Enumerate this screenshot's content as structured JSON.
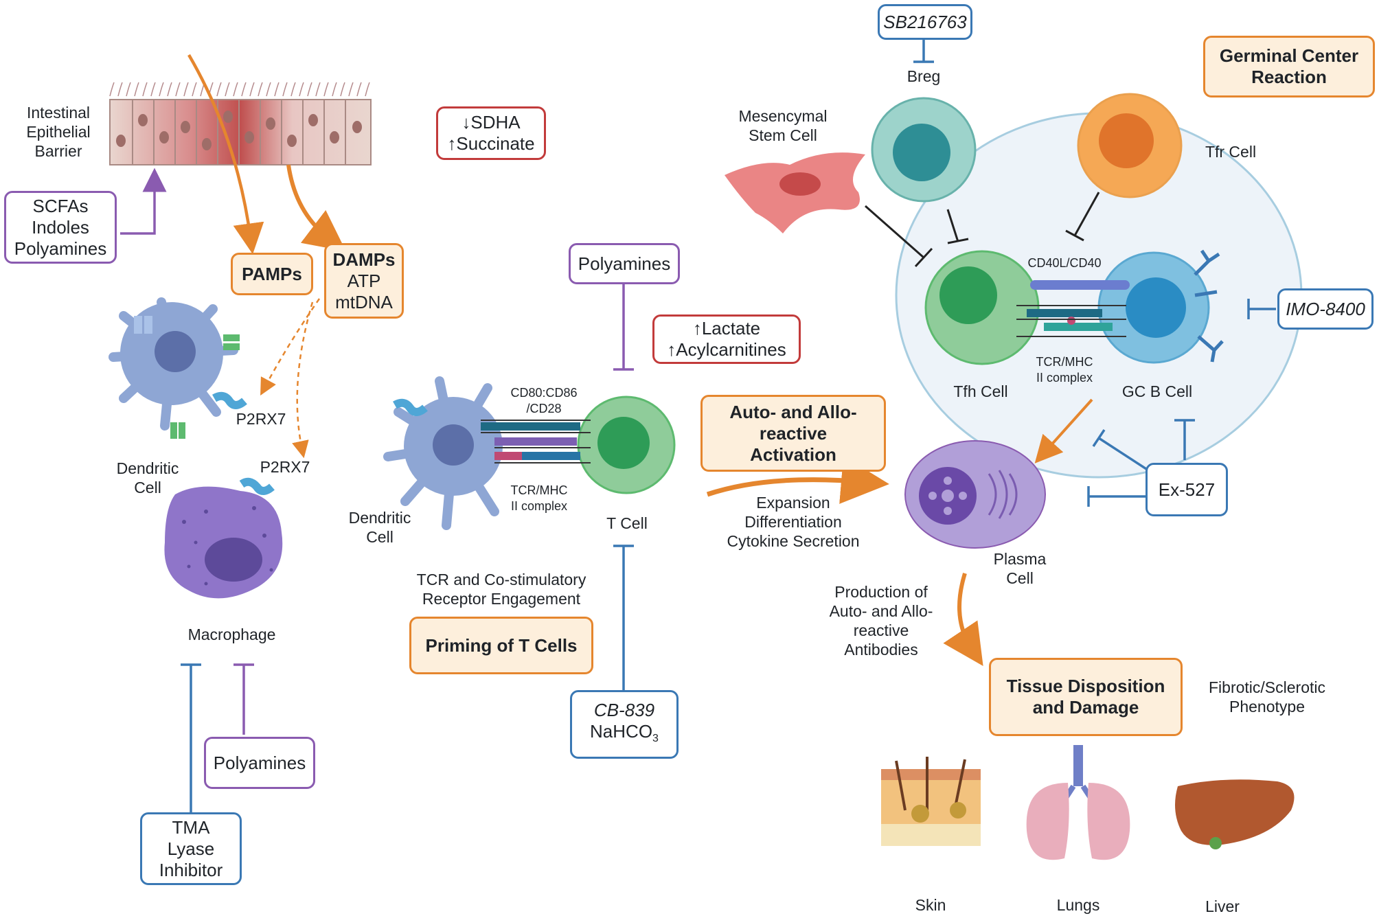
{
  "epithelium": {
    "label_lines": [
      "Intestinal",
      "Epithelial",
      "Barrier"
    ],
    "metabolite_box": [
      "↓SDHA",
      "↑Succinate"
    ],
    "microbial_box": [
      "SCFAs",
      "Indoles",
      "Polyamines"
    ]
  },
  "pamps": "PAMPs",
  "damps": {
    "title": "DAMPs",
    "items": [
      "ATP",
      "mtDNA"
    ]
  },
  "innate": {
    "dendritic_cell": [
      "Dendritic",
      "Cell"
    ],
    "p2rx7_dc": "P2RX7",
    "p2rx7_mac": "P2RX7",
    "macrophage": "Macrophage",
    "polyamines_box": "Polyamines",
    "tma_box": [
      "TMA",
      "Lyase",
      "Inhibitor"
    ]
  },
  "priming": {
    "polyamines_box": "Polyamines",
    "metabolite_box": [
      "↑Lactate",
      "↑Acylcarnitines"
    ],
    "costim_label": [
      "CD80:CD86",
      "/CD28"
    ],
    "tcr_label": [
      "TCR/MHC",
      "II complex"
    ],
    "dendritic_cell": [
      "Dendritic",
      "Cell"
    ],
    "t_cell": "T Cell",
    "engagement": [
      "TCR and Co-stimulatory",
      "Receptor Engagement"
    ],
    "priming_box": "Priming of T Cells",
    "cb839": "CB-839",
    "nahco3_base": "NaHCO",
    "nahco3_sub": "3"
  },
  "activation": {
    "box": [
      "Auto- and Allo-",
      "reactive",
      "Activation"
    ],
    "outcomes": [
      "Expansion",
      "Differentiation",
      "Cytokine Secretion"
    ]
  },
  "germinal_center": {
    "title_box": [
      "Germinal Center",
      "Reaction"
    ],
    "sb_inhibitor": "SB216763",
    "breg": "Breg",
    "msc": [
      "Mesencymal",
      "Stem Cell"
    ],
    "tfr": "Tfr Cell",
    "cd40": "CD40L/CD40",
    "tcr_mhc": [
      "TCR/MHC",
      "II complex"
    ],
    "tfh": "Tfh Cell",
    "gcb": "GC B Cell",
    "imo": "IMO-8400",
    "ex527": "Ex-527"
  },
  "plasma": {
    "label": [
      "Plasma",
      "Cell"
    ],
    "production": [
      "Production of",
      "Auto- and Allo-",
      "reactive",
      "Antibodies"
    ]
  },
  "tissue": {
    "box": [
      "Tissue Disposition",
      "and Damage"
    ],
    "phenotype": [
      "Fibrotic/Sclerotic",
      "Phenotype"
    ],
    "skin": "Skin",
    "lungs": "Lungs",
    "liver": "Liver"
  },
  "colors": {
    "purple": "#8a5bb0",
    "blue": "#3a78b4",
    "red": "#c23b3b",
    "orange": "#e5862e",
    "orange_fill": "#fdefdc"
  }
}
